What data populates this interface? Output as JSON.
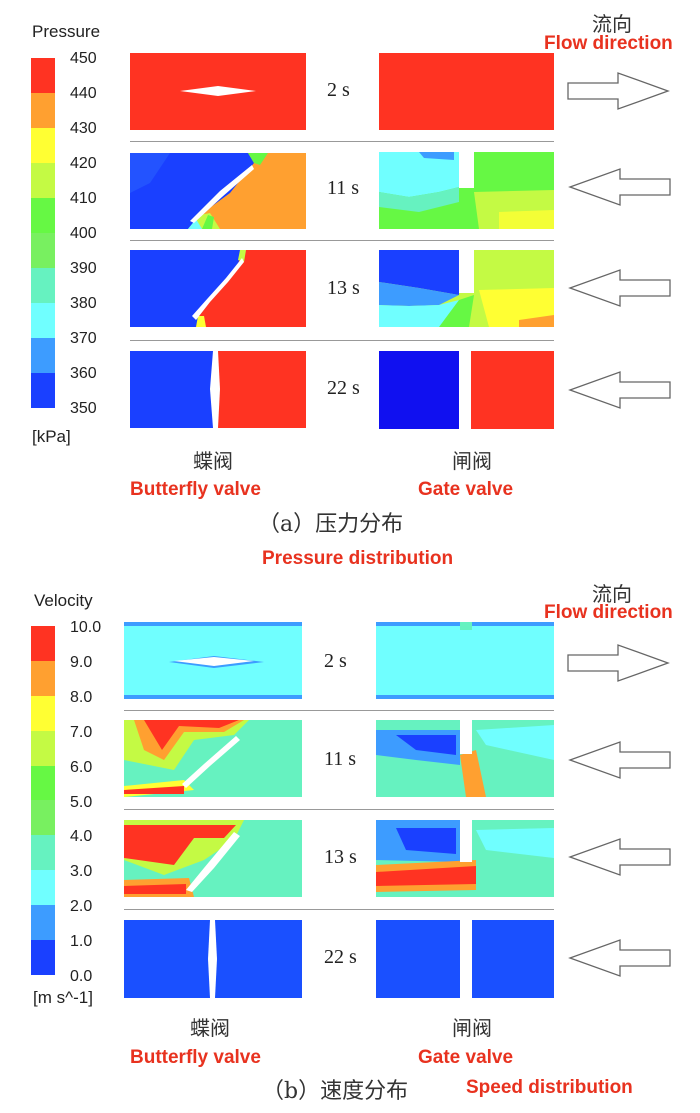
{
  "pressure_panel": {
    "legend_title": "Pressure",
    "legend_ticks": [
      "450",
      "440",
      "430",
      "420",
      "410",
      "400",
      "390",
      "380",
      "370",
      "360",
      "350"
    ],
    "legend_unit": "[kPa]",
    "legend_colors": [
      "#ff3322",
      "#ffa030",
      "#ffff33",
      "#c4fa44",
      "#66f844",
      "#78f060",
      "#66f2c0",
      "#70ffff",
      "#3d9cff",
      "#1a40ff"
    ],
    "times": [
      "2 s",
      "11 s",
      "13 s",
      "22 s"
    ],
    "flow_label_cn": "流向",
    "flow_label_en": "Flow direction",
    "butterfly_cn": "蝶阀",
    "butterfly_en": "Butterfly valve",
    "gate_cn": "闸阀",
    "gate_en": "Gate valve",
    "caption_cn": "（a）压力分布",
    "caption_en": "Pressure distribution"
  },
  "velocity_panel": {
    "legend_title": "Velocity",
    "legend_ticks": [
      "10.0",
      "9.0",
      "8.0",
      "7.0",
      "6.0",
      "5.0",
      "4.0",
      "3.0",
      "2.0",
      "1.0",
      "0.0"
    ],
    "legend_unit": "[m s^-1]",
    "legend_colors": [
      "#ff3322",
      "#ffa030",
      "#ffff33",
      "#c4fa44",
      "#66f844",
      "#78f060",
      "#66f2c0",
      "#70ffff",
      "#3d9cff",
      "#1a40ff"
    ],
    "times": [
      "2 s",
      "11 s",
      "13 s",
      "22 s"
    ],
    "flow_label_cn": "流向",
    "flow_label_en": "Flow direction",
    "butterfly_cn": "蝶阀",
    "butterfly_en": "Butterfly valve",
    "gate_cn": "闸阀",
    "gate_en": "Gate valve",
    "caption_cn": "（b）速度分布",
    "caption_en": "Speed distribution"
  },
  "flow_directions": [
    "right",
    "left",
    "left",
    "left"
  ]
}
